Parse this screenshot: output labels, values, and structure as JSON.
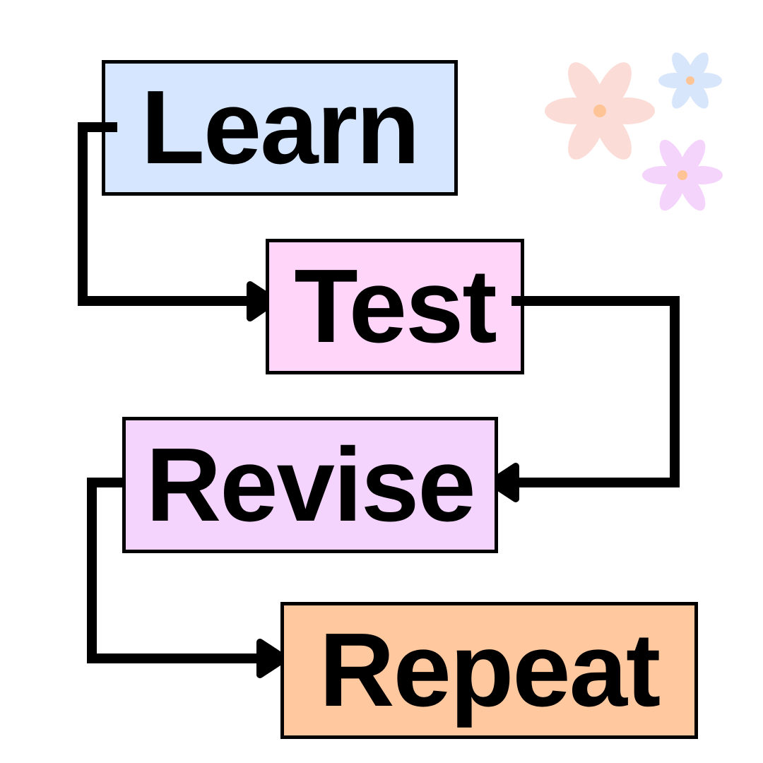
{
  "steps": {
    "learn": {
      "label": "Learn",
      "color": "#d6e6ff"
    },
    "test": {
      "label": "Test",
      "color": "#ffd6f9"
    },
    "revise": {
      "label": "Revise",
      "color": "#f4d4fd"
    },
    "repeat": {
      "label": "Repeat",
      "color": "#ffc89e"
    }
  },
  "connectors": [
    {
      "from": "learn",
      "to": "test"
    },
    {
      "from": "test",
      "to": "revise"
    },
    {
      "from": "revise",
      "to": "repeat"
    }
  ],
  "decorations": {
    "flowers": [
      {
        "name": "pink-flower-icon",
        "petal_color": "#fbdcd6",
        "center_color": "#ffc496"
      },
      {
        "name": "blue-flower-icon",
        "petal_color": "#d8e6fb",
        "center_color": "#ffc496"
      },
      {
        "name": "violet-flower-icon",
        "petal_color": "#f4d4fb",
        "center_color": "#ffc496"
      }
    ]
  }
}
